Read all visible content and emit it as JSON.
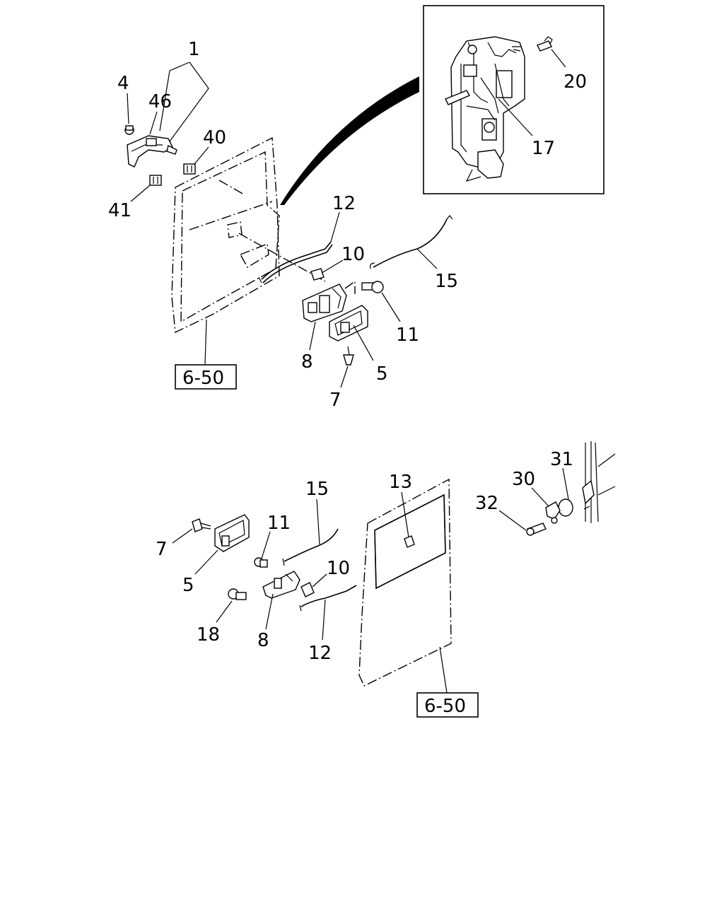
{
  "callouts": {
    "top_1": "1",
    "top_4": "4",
    "top_46": "46",
    "top_40": "40",
    "top_41": "41",
    "top_12": "12",
    "top_10": "10",
    "top_15": "15",
    "top_11": "11",
    "top_8": "8",
    "top_5": "5",
    "top_7": "7",
    "top_20": "20",
    "top_17": "17",
    "bot_15": "15",
    "bot_13": "13",
    "bot_31": "31",
    "bot_30": "30",
    "bot_32": "32",
    "bot_7": "7",
    "bot_11": "11",
    "bot_10": "10",
    "bot_5": "5",
    "bot_18": "18",
    "bot_8": "8",
    "bot_12": "12"
  },
  "references": {
    "top_ref": "6-50",
    "bottom_ref": "6-50"
  }
}
